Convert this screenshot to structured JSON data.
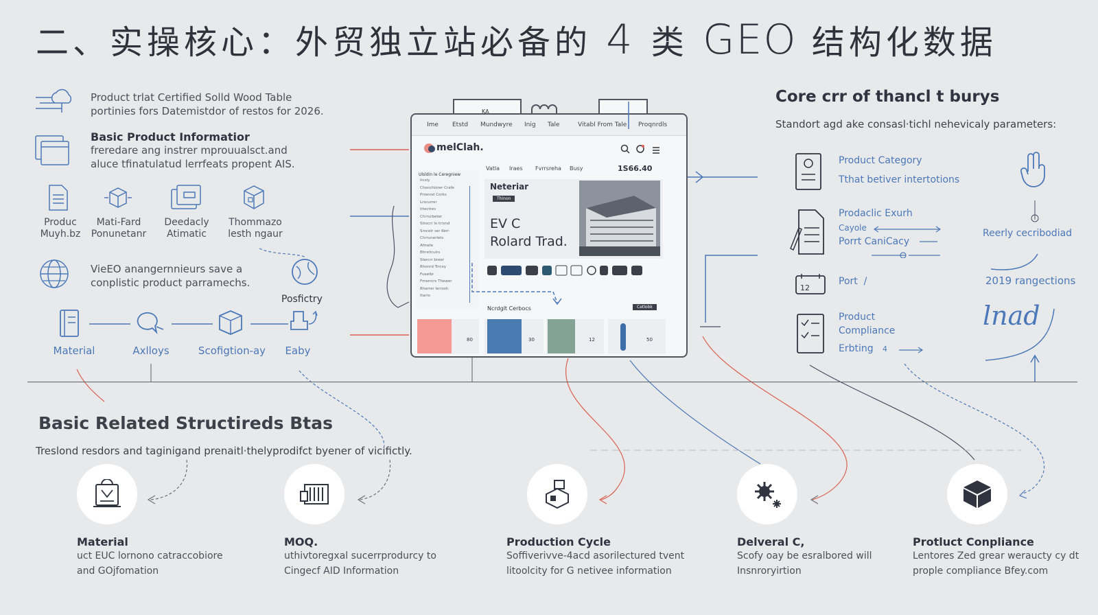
{
  "title": {
    "prefix": "二、实操核心：外贸独立站必备的 ",
    "num": "4",
    "mid": " 类 ",
    "geo": "GEO",
    "suffix": " 结构化数据"
  },
  "left": {
    "intro_line1": "Product trlat Certified Solld Wood Table",
    "intro_line2": "portinies fors Datemistdor of restos for 2026.",
    "basic_title": "Basic Product Informatior",
    "basic_line1": "freredare ang instrer mprouualsct.and",
    "basic_line2": "aluce tfinatulatud lerrfeats propent AIS.",
    "icons": [
      {
        "l1": "Produc",
        "l2": "Muyh.bz"
      },
      {
        "l1": "Mati-Fard",
        "l2": "Ponunetanr"
      },
      {
        "l1": "Deedacly",
        "l2": "Atimatic"
      },
      {
        "l1": "Thommazo",
        "l2": "lesth ngaur"
      }
    ],
    "globe_line1": "VieEO anangernnieurs save a",
    "globe_line2": "conplistic product parramechs.",
    "flow_top_label": "Posfictry",
    "flow": [
      "Material",
      "Axlloys",
      "Scofigtion-ay",
      "Eaby"
    ]
  },
  "mock": {
    "nav": [
      "Ime",
      "Etstd",
      "Mundwyre",
      "Inig",
      "Tale",
      "Vitabl From Tale",
      "Proqnrdls"
    ],
    "nav_badge": "KA",
    "brand": "melClah.",
    "subnav": [
      "Vatla",
      "Iraes",
      "Fvrrsreha",
      "Busy"
    ],
    "price": "1S66.40",
    "side_title": "Ulsldin le Ceregniew",
    "side_items": [
      "Ircsly",
      "Chenchiorer Crafe",
      "Prrenrel Corks",
      "Lrscurrer",
      "Irtectrev",
      "Chrrurbeter",
      "Strocrr lo trrsnd",
      "Srocelr ser Kerr",
      "Chrrunerlets",
      "Afmele",
      "Bhrsticulrs",
      "Stercrr breer",
      "Rhonrd Trrcey",
      "Fueelbr",
      "Fmerrcrs Thewer",
      "Rherrer lerrosh",
      "Itarro"
    ],
    "hero_small": "Neteriar",
    "hero_badge": "Thinon",
    "hero_big1": "EV C",
    "hero_big2": "Rolard Trad.",
    "section_label": "Ncrdglt Cerbocs",
    "section_btn": "Cetlobk",
    "thumb_nums": [
      "80",
      "30",
      "12",
      "50"
    ]
  },
  "right": {
    "title": "Core crr of thancl t burys",
    "subtitle": "Standort agd ake consasl·tichl nehevicaly parameters:",
    "rows": [
      {
        "l1": "Product Category",
        "l2": "Tthat betiver intertotions"
      },
      {
        "l1": "Prodaclic Exurh",
        "l2": "Cayole",
        "l3": "Porrt CaniCacy"
      },
      {
        "l1": "Port",
        "l2": "/"
      },
      {
        "l1": "Product",
        "l2": "Compliance",
        "l3": "Erbting"
      }
    ],
    "row4_arrow": "4",
    "side_text1": "Reerly cecribodiad",
    "side_text2": "2019 rangections",
    "script": "lnad"
  },
  "bottom": {
    "title": "Basic Related Structireds Btas",
    "subtitle": "Treslond resdors and taginigand prenaitl·thelyprodifct byener of vicifictly.",
    "cards": [
      {
        "title": "Material",
        "d1": "uct EUC lornono catraccobiore",
        "d2": "and GOjfomation"
      },
      {
        "title": "MOQ.",
        "d1": "uthivtoregxal sucerrprodurcy to",
        "d2": "Cingecf AID Information"
      },
      {
        "title": "Production Cycle",
        "d1": "Soffiverivve-4acd asorilectured tvent",
        "d2": "litoolcity for G netivee information"
      },
      {
        "title": "Delveral C,",
        "d1": "Scofy oay be esralbored will",
        "d2": "Insnroryirtion"
      },
      {
        "title": "Protluct Conpliance",
        "d1": "Lentores Zed grear weraucty cy dt",
        "d2": "prople compliance Bfey.com"
      }
    ]
  },
  "colors": {
    "accent_blue": "#4a78b8",
    "accent_red": "#d9604f",
    "ink": "#2f3440",
    "background": "#e8e9eb"
  }
}
